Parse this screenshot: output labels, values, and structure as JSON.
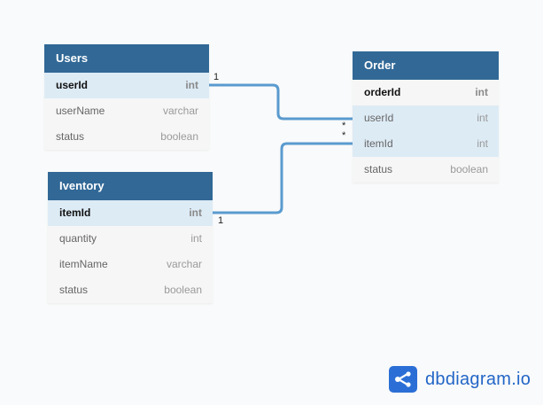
{
  "tables": {
    "users": {
      "name": "Users",
      "fields": [
        {
          "name": "userId",
          "type": "int"
        },
        {
          "name": "userName",
          "type": "varchar"
        },
        {
          "name": "status",
          "type": "boolean"
        }
      ]
    },
    "iventory": {
      "name": "Iventory",
      "fields": [
        {
          "name": "itemId",
          "type": "int"
        },
        {
          "name": "quantity",
          "type": "int"
        },
        {
          "name": "itemName",
          "type": "varchar"
        },
        {
          "name": "status",
          "type": "boolean"
        }
      ]
    },
    "order": {
      "name": "Order",
      "fields": [
        {
          "name": "orderId",
          "type": "int"
        },
        {
          "name": "userId",
          "type": "int"
        },
        {
          "name": "itemId",
          "type": "int"
        },
        {
          "name": "status",
          "type": "boolean"
        }
      ]
    }
  },
  "relations": {
    "users_order": {
      "from": "Users.userId",
      "to": "Order.userId",
      "from_card": "1",
      "to_card": "*"
    },
    "iventory_order": {
      "from": "Iventory.itemId",
      "to": "Order.itemId",
      "from_card": "1",
      "to_card": "*"
    }
  },
  "brand": {
    "label": "dbdiagram.io"
  },
  "colors": {
    "header": "#316896",
    "link": "#5a9bcf",
    "highlight": "#ddebf5",
    "row": "#f6f6f6",
    "brand": "#2b6fd6"
  }
}
